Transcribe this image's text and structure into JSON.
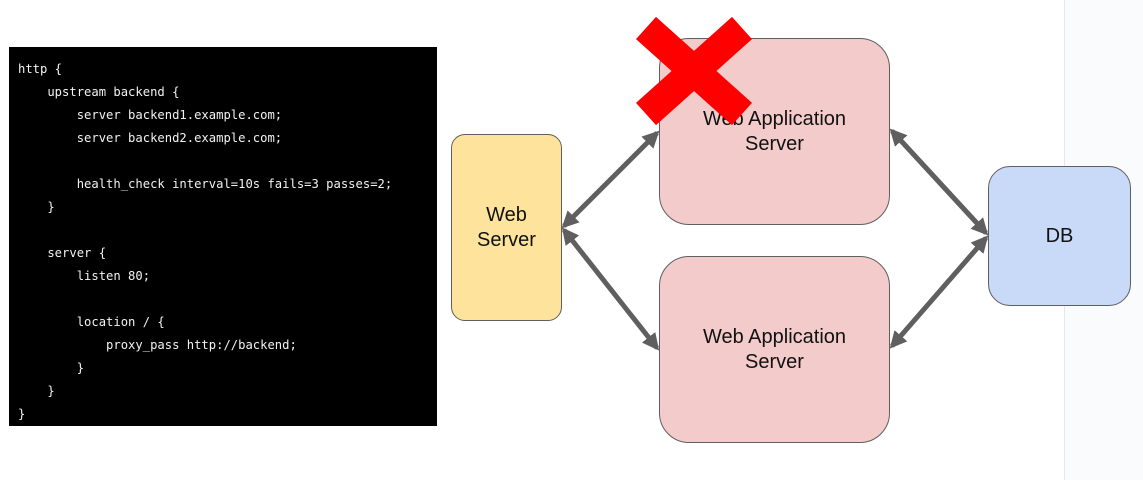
{
  "code": {
    "lines": [
      "http {",
      "    upstream backend {",
      "        server backend1.example.com;",
      "        server backend2.example.com;",
      "",
      "        health_check interval=10s fails=3 passes=2;",
      "    }",
      "",
      "    server {",
      "        listen 80;",
      "",
      "        location / {",
      "            proxy_pass http://backend;",
      "        }",
      "    }",
      "}"
    ]
  },
  "diagram": {
    "nodes": {
      "web_server": {
        "lines": [
          "Web",
          "Server"
        ],
        "fill": "#fde39c"
      },
      "app_server_1": {
        "lines": [
          "Web Application",
          "Server"
        ],
        "fill": "#f3cbcb"
      },
      "app_server_2": {
        "lines": [
          "Web Application",
          "Server"
        ],
        "fill": "#f3cbcb"
      },
      "db": {
        "lines": [
          "DB"
        ],
        "fill": "#c9daf8"
      }
    },
    "connector_color": "#5f5f5f",
    "failed_marker": {
      "target": "app_server_1",
      "color": "#ff0000",
      "icon": "x-mark-icon"
    }
  }
}
